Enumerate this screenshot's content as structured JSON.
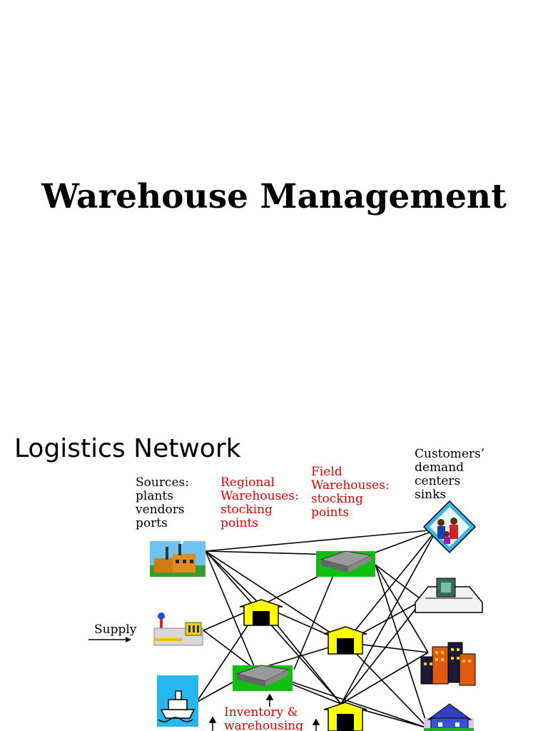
{
  "slide1": {
    "title": "Warehouse Management"
  },
  "slide2": {
    "title": "Logistics Network",
    "sources_label": [
      "Sources:",
      "plants",
      "vendors",
      "ports"
    ],
    "regional_label": [
      "Regional",
      "Warehouses:",
      "stocking",
      "points"
    ],
    "field_label": [
      "Field",
      "Warehouses:",
      "stocking",
      "points"
    ],
    "customers_label": [
      "Customers’",
      "demand",
      "centers",
      "sinks"
    ],
    "supply_label": "Supply",
    "inventory_label": [
      "Inventory &",
      "warehousing"
    ],
    "colors": {
      "accent_red": "#e00000",
      "warehouse_yellow": "#ffff00",
      "green_pad": "#00cc00"
    },
    "icons": [
      "factory-icon",
      "plant-icon",
      "ship-icon",
      "warehouse-regional-icon",
      "warehouse-field-icon",
      "customers-icon",
      "computer-icon",
      "city-icon",
      "house-icon"
    ]
  }
}
